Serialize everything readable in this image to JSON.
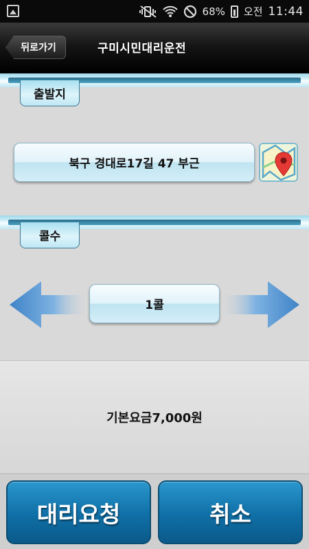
{
  "status_bar": {
    "battery": "68%",
    "ampm": "오전",
    "time": "11:44"
  },
  "header": {
    "back_label": "뒤로가기",
    "title": "구미시민대리운전"
  },
  "departure": {
    "tab_label": "출발지",
    "address": "북구 경대로17길 47 부근"
  },
  "calls": {
    "tab_label": "콜수",
    "value": "1콜"
  },
  "fare": {
    "text": "기본요금7,000원"
  },
  "actions": {
    "request_label": "대리요청",
    "cancel_label": "취소"
  }
}
